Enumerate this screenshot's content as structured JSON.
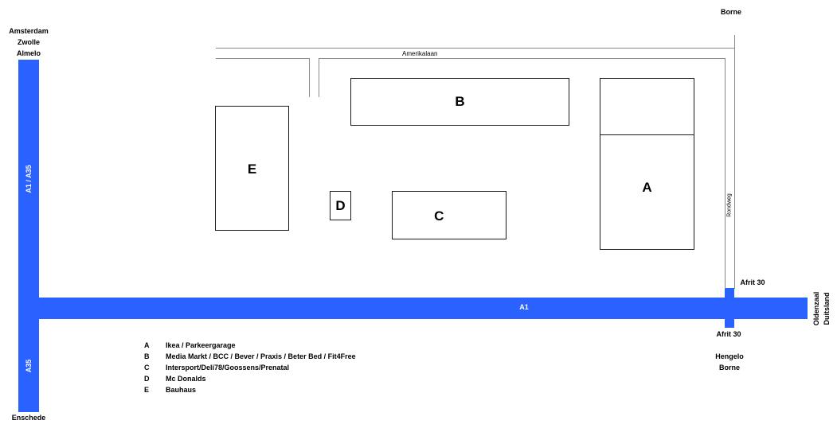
{
  "top_left_labels": [
    "Amsterdam",
    "Zwolle",
    "Almelo"
  ],
  "top_right_label": "Borne",
  "bottom_left_label": "Enschede",
  "bottom_right_labels": [
    "Hengelo",
    "Borne"
  ],
  "right_labels": [
    "Oldenzaal",
    "Duitsland"
  ],
  "highways": {
    "vertical_top": "A1 / A35",
    "vertical_bottom": "A35",
    "horizontal": "A1"
  },
  "streets": {
    "top": "Amerikalaan",
    "right": "Rondweg"
  },
  "exits": {
    "north": "Afrit 30",
    "south": "Afrit 30"
  },
  "buildings": {
    "A": "A",
    "B": "B",
    "C": "C",
    "D": "D",
    "E": "E"
  },
  "legend": [
    {
      "key": "A",
      "desc": "Ikea / Parkeergarage"
    },
    {
      "key": "B",
      "desc": "Media Markt / BCC / Bever / Praxis / Beter Bed / Fit4Free"
    },
    {
      "key": "C",
      "desc": "Intersport/Deli78/Goossens/Prenatal"
    },
    {
      "key": "D",
      "desc": "Mc Donalds"
    },
    {
      "key": "E",
      "desc": "Bauhaus"
    }
  ],
  "colors": {
    "highway": "#2a62ff",
    "street": "#8a8a8a",
    "building_border": "#1a1a1a"
  }
}
